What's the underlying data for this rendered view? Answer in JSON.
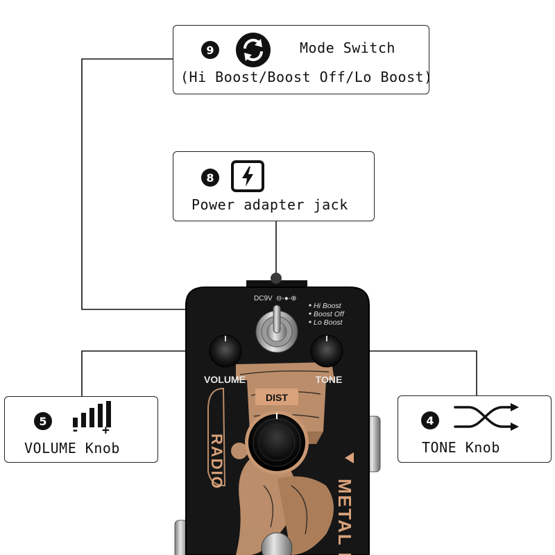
{
  "callouts": {
    "mode": {
      "number": "9",
      "title": "Mode Switch",
      "subtitle": "(Hi Boost/Boost Off/Lo Boost)",
      "icon": "mode-cycle-icon"
    },
    "power": {
      "number": "8",
      "title": "Power adapter jack",
      "icon": "lightning-icon"
    },
    "volume": {
      "number": "5",
      "title": "VOLUME Knob",
      "minus": "-",
      "plus": "+",
      "icon": "volume-bars-icon"
    },
    "tone": {
      "number": "4",
      "title": "TONE Knob",
      "icon": "crossing-arrows-icon"
    }
  },
  "pedal": {
    "power_label": "DC9V",
    "modes": [
      "Hi Boost",
      "Boost Off",
      "Lo Boost"
    ],
    "volume_label": "VOLUME",
    "tone_label": "TONE",
    "dist_label": "DIST",
    "brand": "RADIO",
    "name": "METAL R",
    "colors": {
      "body": "#161616",
      "accent": "#d9a27a",
      "art": "#c99872"
    }
  }
}
